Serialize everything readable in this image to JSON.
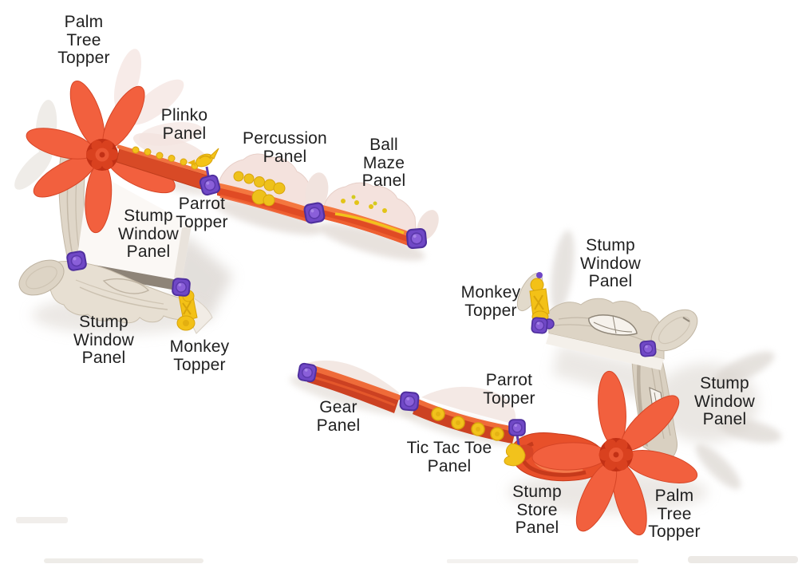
{
  "colors": {
    "background": "#ffffff",
    "text": "#1f1f1f",
    "petal_orange": "#f2603e",
    "petal_outline": "#d64526",
    "flower_center_red": "#c23015",
    "panel_orange": "#e04b24",
    "panel_orange_light": "#f4773f",
    "panel_red_dark": "#cc4122",
    "backboard_pink": "#f4e2dd",
    "stump_beige": "#ddd4c5",
    "stump_white": "#f6f2ec",
    "underside_gray": "#8e8478",
    "connector_purple": "#7048c6",
    "connector_purple_dark": "#4f2f9e",
    "topper_yellow": "#f3c117",
    "topper_yellow_dark": "#d8a40b",
    "shadow_gray": "#d6cfc8"
  },
  "diagram": {
    "labels": [
      {
        "id": "palm-tree-topper-1",
        "text": "Palm\nTree\nTopper"
      },
      {
        "id": "plinko-panel",
        "text": "Plinko\nPanel"
      },
      {
        "id": "percussion-panel",
        "text": "Percussion\nPanel"
      },
      {
        "id": "ball-maze-panel",
        "text": "Ball\nMaze\nPanel"
      },
      {
        "id": "parrot-topper-1",
        "text": "Parrot\nTopper"
      },
      {
        "id": "stump-window-panel-1",
        "text": "Stump\nWindow\nPanel"
      },
      {
        "id": "stump-window-panel-2",
        "text": "Stump\nWindow\nPanel"
      },
      {
        "id": "monkey-topper-1",
        "text": "Monkey\nTopper"
      },
      {
        "id": "stump-window-panel-3",
        "text": "Stump\nWindow\nPanel"
      },
      {
        "id": "monkey-topper-2",
        "text": "Monkey\nTopper"
      },
      {
        "id": "parrot-topper-2",
        "text": "Parrot\nTopper"
      },
      {
        "id": "gear-panel",
        "text": "Gear\nPanel"
      },
      {
        "id": "tic-tac-toe-panel",
        "text": "Tic Tac Toe\nPanel"
      },
      {
        "id": "stump-window-panel-4",
        "text": "Stump\nWindow\nPanel"
      },
      {
        "id": "stump-store-panel",
        "text": "Stump\nStore\nPanel"
      },
      {
        "id": "palm-tree-topper-2",
        "text": "Palm\nTree\nTopper"
      }
    ]
  }
}
